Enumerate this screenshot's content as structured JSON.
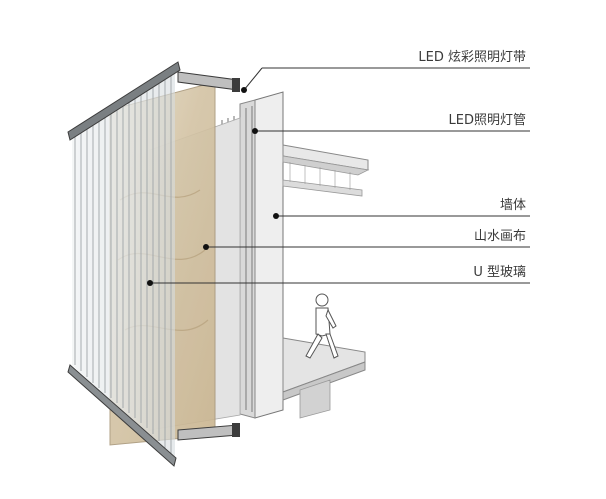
{
  "labels": [
    {
      "id": "led-strip",
      "text": "LED 炫彩照明灯带"
    },
    {
      "id": "led-tube",
      "text": "LED照明灯管"
    },
    {
      "id": "wall",
      "text": "墙体"
    },
    {
      "id": "canvas",
      "text": "山水画布"
    },
    {
      "id": "u-glass",
      "text": "U 型玻璃"
    }
  ],
  "colors": {
    "line": "#333333",
    "glass_fill": "#dfe4e6",
    "canvas_fill": "#d9c9ad",
    "wall_fill": "#ececec",
    "frame_dark": "#3c3c3c"
  }
}
